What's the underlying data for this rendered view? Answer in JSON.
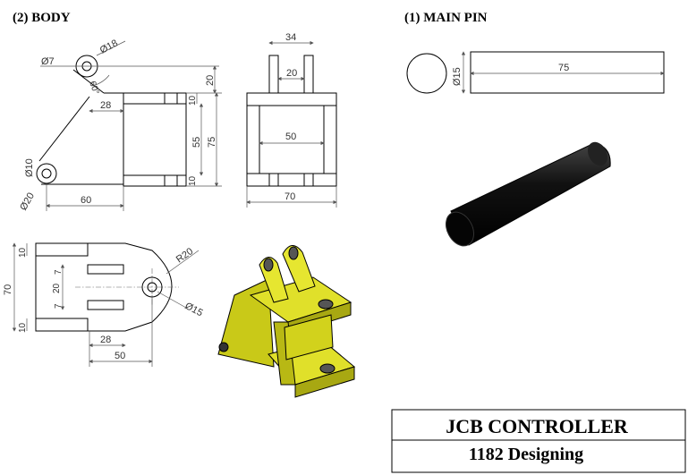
{
  "sections": {
    "body_title": "(2) BODY",
    "pin_title": "(1) MAIN PIN"
  },
  "body_front": {
    "d_hole_small": "Ø7",
    "d_boss": "Ø18",
    "angle": "60°",
    "w_28": "28",
    "h_20": "20",
    "t_10a": "10",
    "h_55": "55",
    "h_75": "75",
    "t_10b": "10",
    "w_60": "60",
    "d_hole_10": "Ø10",
    "d_boss_20": "Ø20"
  },
  "body_side": {
    "w_34": "34",
    "w_20": "20",
    "w_50": "50",
    "w_70": "70"
  },
  "body_top": {
    "h_10a": "10",
    "h_70": "70",
    "h_7a": "7",
    "h_20": "20",
    "h_7b": "7",
    "h_10b": "10",
    "r_20": "R20",
    "d_15": "Ø15",
    "w_28": "28",
    "w_50": "50"
  },
  "pin": {
    "d_15": "Ø15",
    "len_75": "75"
  },
  "title_block": {
    "title": "JCB CONTROLLER",
    "subtitle": "1182 Designing"
  },
  "colors": {
    "body_3d": "#d6d61a",
    "body_3d_dark": "#9a9a10",
    "pin_3d": "#1a1a1a"
  }
}
